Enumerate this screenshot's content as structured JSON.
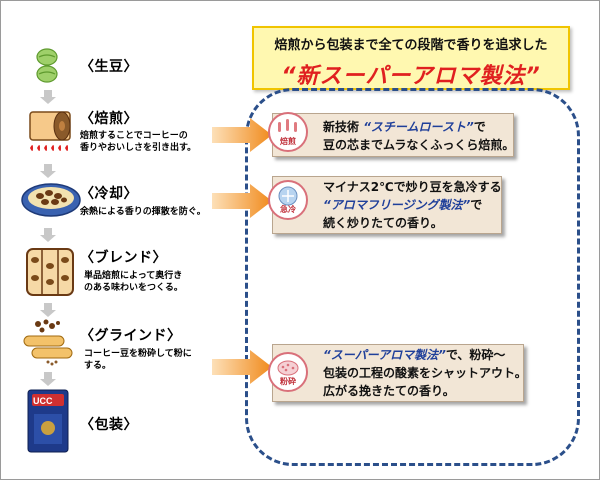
{
  "header": {
    "subtitle": "焙煎から包装まで全ての段階で香りを追求した",
    "title": "“新スーパーアロマ製法”"
  },
  "steps": [
    {
      "title": "〈生豆〉",
      "desc": ""
    },
    {
      "title": "〈焙煎〉",
      "desc_lines": [
        "焙煎することでコーヒーの",
        "香りやおいしさを引き出す。"
      ]
    },
    {
      "title": "〈冷却〉",
      "desc_lines": [
        "余熱による香りの揮散を防ぐ。"
      ]
    },
    {
      "title": "〈ブレンド〉",
      "desc_lines": [
        "単品焙煎によって奥行き",
        "のある味わいをつくる。"
      ]
    },
    {
      "title": "〈グラインド〉",
      "desc_lines": [
        "コーヒー豆を粉砕して粉に",
        "する。"
      ]
    },
    {
      "title": "〈包装〉",
      "desc": ""
    }
  ],
  "cards": [
    {
      "badge": "焙煎",
      "line1_pre": "新技術 ",
      "line1_highlight": "“スチームロースト”",
      "line1_post": "で",
      "line2": "豆の芯までムラなくふっくら焙煎。"
    },
    {
      "badge": "急冷",
      "line1": "マイナス2℃で炒り豆を急冷する",
      "line2_highlight": "“アロマフリージング製法”",
      "line2_post": "で",
      "line3": "続く炒りたての香り。"
    },
    {
      "badge": "粉砕",
      "line1_highlight": "“スーパーアロマ製法”",
      "line1_post": "で、粉砕～",
      "line2": "包装の工程の酸素をシャットアウト。",
      "line3": "広がる挽きたての香り。"
    }
  ],
  "package": {
    "brand": "UCC"
  },
  "colors": {
    "accent_red": "#e02020",
    "highlight_blue": "#1f3f9a",
    "dashed_border": "#2b4f8a",
    "arrow_orange": "#f08a1c",
    "header_fill": "#fff8b0",
    "card_fill": "#f2e6d6"
  }
}
